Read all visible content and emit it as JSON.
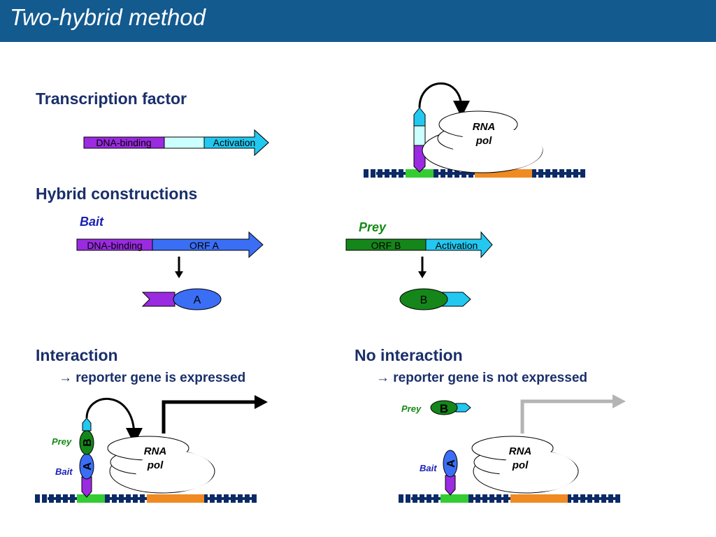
{
  "title": "Two-hybrid method",
  "sections": {
    "transcription_factor": "Transcription factor",
    "hybrid_constructions": "Hybrid constructions",
    "interaction": "Interaction",
    "no_interaction": "No interaction"
  },
  "results": {
    "expressed": "→ reporter gene is expressed",
    "not_expressed": "→ reporter gene is not expressed"
  },
  "labels": {
    "bait": "Bait",
    "prey": "Prey",
    "dna_binding": "DNA-binding",
    "activation": "Activation",
    "orf_a": "ORF A",
    "orf_b": "ORF B",
    "protein_a": "A",
    "protein_b": "B",
    "rna": "RNA",
    "pol": "pol"
  },
  "colors": {
    "header": "#135a8f",
    "heading_text": "#1a2f6b",
    "dna_binding": "#9a2be0",
    "activation": "#22c8f0",
    "orf_a": "#3a6ef5",
    "orf_b": "#15861a",
    "promoter": "#33cc33",
    "reporter_gene": "#f08a22",
    "dna": "#0c2a66",
    "expressed_arrow": "#000000",
    "not_expressed_arrow": "#b4b4b4"
  }
}
